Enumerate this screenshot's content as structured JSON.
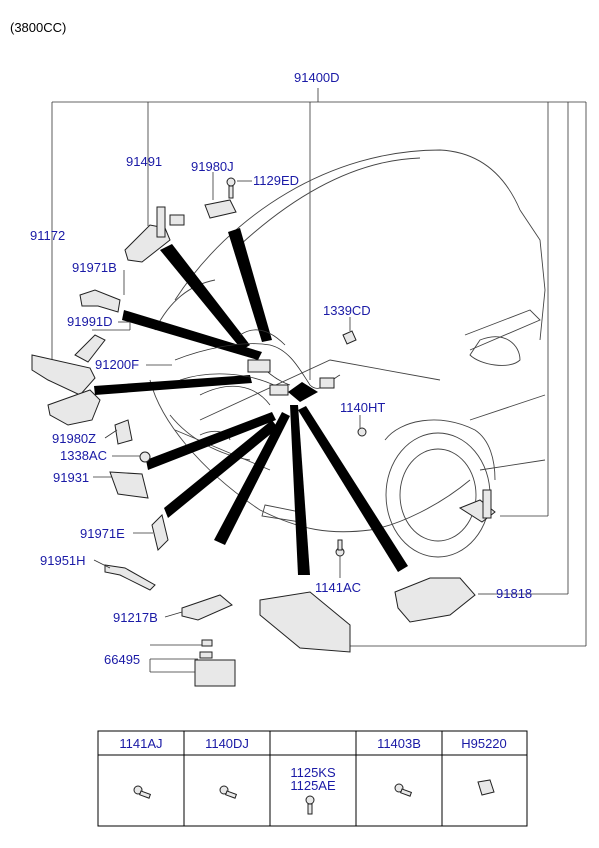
{
  "engine_label": "(3800CC)",
  "main_part": "91400D",
  "callouts": {
    "c91491": "91491",
    "c91980J": "91980J",
    "c1129ED": "1129ED",
    "c91172": "91172",
    "c91971B": "91971B",
    "c91991D": "91991D",
    "c1339CD": "1339CD",
    "c91200F": "91200F",
    "c1140HT": "1140HT",
    "c91980Z": "91980Z",
    "c1338AC": "1338AC",
    "c91931": "91931",
    "c91971E": "91971E",
    "c91951H": "91951H",
    "c1141AC": "1141AC",
    "c91818": "91818",
    "c91217B": "91217B",
    "c66495": "66495"
  },
  "table": {
    "headers": [
      "1141AJ",
      "1140DJ",
      "",
      "11403B",
      "H95220"
    ],
    "middle_cell_labels": [
      "1125KS",
      "1125AE"
    ]
  }
}
